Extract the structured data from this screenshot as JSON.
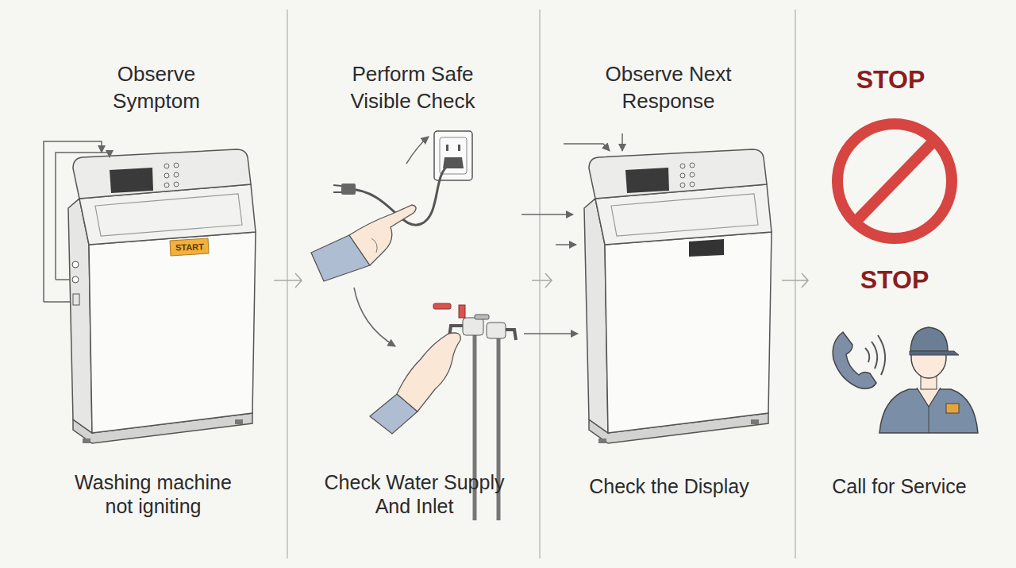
{
  "diagram": {
    "nodes": [
      {
        "text": [
          "Observe Symptom",
          "Washing machine not igniting"
        ]
      },
      {
        "text": [
          "Perform Safe Visible Check",
          "Check Water Supply And Inlet"
        ]
      },
      {
        "text": [
          "Observe Next Response",
          "Check the Display"
        ]
      },
      {
        "text": [
          "STOP",
          "STOP",
          "Call for Service"
        ]
      }
    ],
    "edges": [
      {
        "from": 0,
        "to": 1,
        "arrow": "to"
      },
      {
        "from": 1,
        "to": 2,
        "arrow": "to"
      },
      {
        "from": 2,
        "to": 3,
        "arrow": "to"
      }
    ],
    "labels": [
      "START"
    ]
  }
}
